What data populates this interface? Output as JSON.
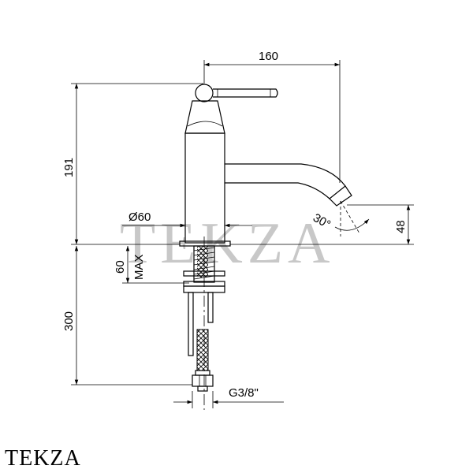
{
  "dimensions": {
    "spout_reach": "160",
    "total_height": "191",
    "outlet_height": "48",
    "base_diameter": "Ø60",
    "spout_angle": "30°",
    "deck_thickness": "60",
    "deck_thickness_note": "MAX",
    "hose_length": "300",
    "connection": "G3/8\""
  },
  "watermark": "TEKZA",
  "brand_label": "TEKZA"
}
